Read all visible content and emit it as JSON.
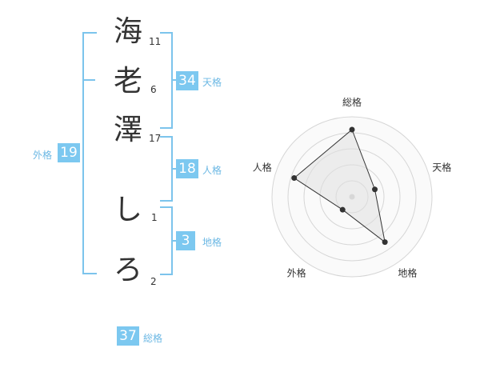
{
  "name_chars": [
    {
      "char": "海",
      "strokes": "11"
    },
    {
      "char": "老",
      "strokes": "6"
    },
    {
      "char": "澤",
      "strokes": "17"
    },
    {
      "char": "し",
      "strokes": "1"
    },
    {
      "char": "ろ",
      "strokes": "2"
    }
  ],
  "kaku": {
    "tenkaku": {
      "value": "34",
      "label": "天格"
    },
    "jinkaku": {
      "value": "18",
      "label": "人格"
    },
    "chikaku": {
      "value": "3",
      "label": "地格"
    },
    "gaikaku": {
      "value": "19",
      "label": "外格"
    },
    "soukaku": {
      "value": "37",
      "label": "総格"
    }
  },
  "chart_data": {
    "type": "radar",
    "axes": [
      "総格",
      "天格",
      "地格",
      "外格",
      "人格"
    ],
    "values": [
      4.2,
      1.5,
      3.5,
      1.0,
      3.8
    ],
    "max": 5,
    "rings": 5,
    "colors": {
      "fill": "#e0e0e0",
      "stroke": "#333333",
      "grid": "#d6d6d6",
      "accent": "#7cc8f0"
    }
  }
}
